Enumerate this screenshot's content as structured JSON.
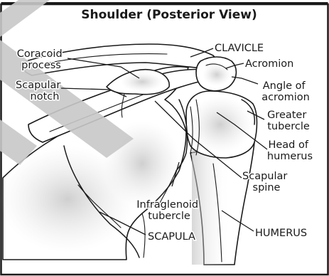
{
  "title": "Shoulder (Posterior View)",
  "labels": {
    "coracoid_line1": "Coracoid",
    "coracoid_line2": "process",
    "scapular_notch_line1": "Scapular",
    "scapular_notch_line2": "notch",
    "clavicle": "CLAVICLE",
    "acromion": "Acromion",
    "angle_line1": "Angle of",
    "angle_line2": "acromion",
    "greater_line1": "Greater",
    "greater_line2": "tubercle",
    "head_line1": "Head of",
    "head_line2": "humerus",
    "spine_line1": "Scapular",
    "spine_line2": "spine",
    "infra_line1": "Infraglenoid",
    "infra_line2": "tubercle",
    "scapula": "SCAPULA",
    "humerus": "HUMERUS"
  },
  "colors": {
    "frame": "#1a1a1a",
    "title_bar": "#1a1a1a",
    "watermark": "#c8c8c8",
    "shading": "#b8b8b8"
  }
}
